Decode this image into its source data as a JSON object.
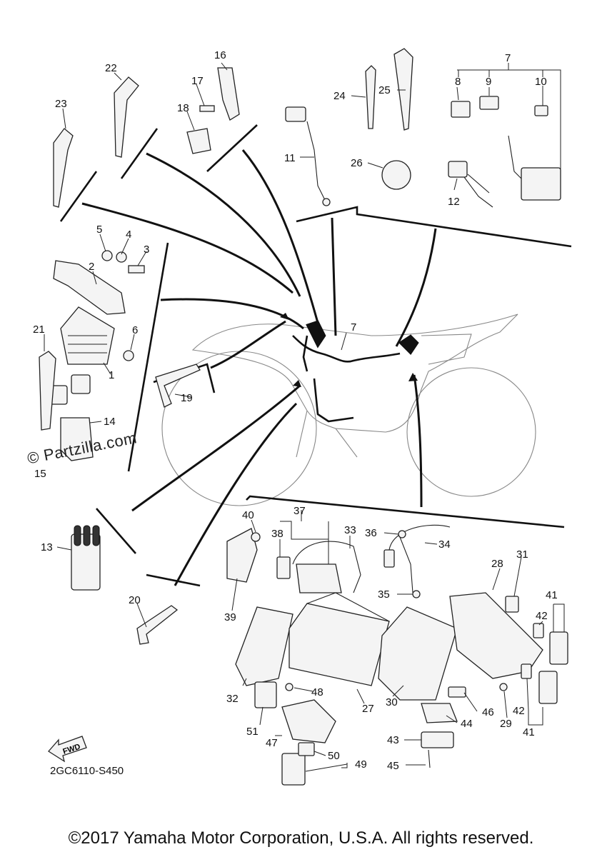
{
  "diagram": {
    "code": "2GC6110-S450",
    "copyright": "©2017 Yamaha Motor Corporation, U.S.A. All rights reserved.",
    "watermark": "© Partzilla.com",
    "fwd_label": "FWD",
    "part_numbers": {
      "p1": "1",
      "p2": "2",
      "p3": "3",
      "p4": "4",
      "p5": "5",
      "p6": "6",
      "p7": "7",
      "p7b": "7",
      "p8": "8",
      "p9": "9",
      "p10": "10",
      "p11": "11",
      "p12": "12",
      "p13": "13",
      "p14": "14",
      "p15": "15",
      "p16": "16",
      "p17": "17",
      "p18": "18",
      "p19": "19",
      "p20": "20",
      "p21": "21",
      "p22": "22",
      "p23": "23",
      "p24": "24",
      "p25": "25",
      "p26": "26",
      "p27": "27",
      "p28": "28",
      "p29": "29",
      "p30": "30",
      "p31": "31",
      "p32": "32",
      "p33": "33",
      "p34": "34",
      "p35": "35",
      "p36": "36",
      "p37": "37",
      "p38": "38",
      "p39": "39",
      "p40": "40",
      "p41a": "41",
      "p41b": "41",
      "p42a": "42",
      "p42b": "42",
      "p43": "43",
      "p44": "44",
      "p45": "45",
      "p46": "46",
      "p47": "47",
      "p48": "48",
      "p49": "49",
      "p50": "50",
      "p51": "51"
    }
  }
}
